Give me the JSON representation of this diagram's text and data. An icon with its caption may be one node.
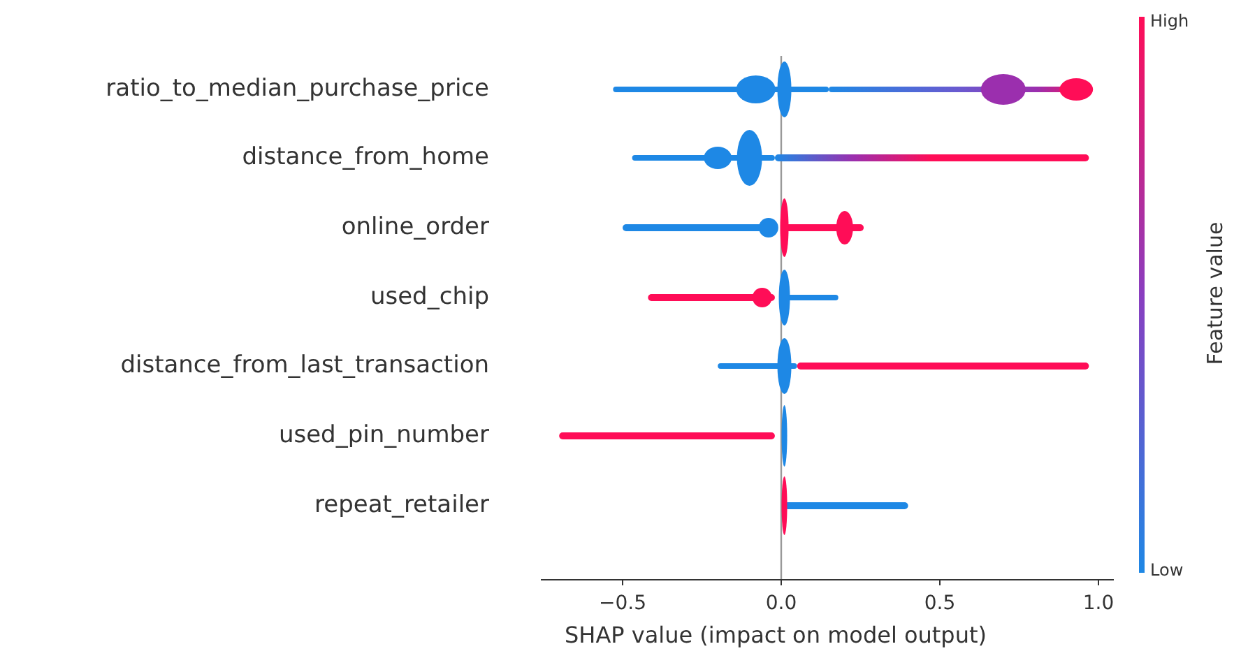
{
  "diagram": {
    "labels": [
      "High",
      "ratio_to_median_purchase_price",
      "distance_from_home",
      "online_order",
      "used_chip",
      "Feature value",
      "distance_from_last_transaction",
      "used_pin_number",
      "repeat_retailer",
      "−0.5",
      "0.0",
      "0.5",
      "1.0",
      "Low",
      "SHAP value (impact on model output)"
    ]
  }
}
